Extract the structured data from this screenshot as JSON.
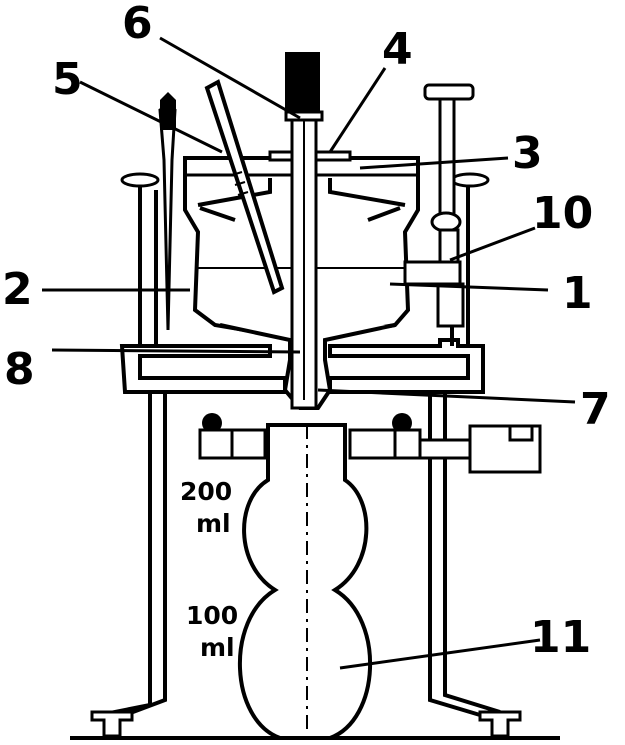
{
  "callouts": [
    {
      "id": "1",
      "text": "1"
    },
    {
      "id": "2",
      "text": "2"
    },
    {
      "id": "3",
      "text": "3"
    },
    {
      "id": "4",
      "text": "4"
    },
    {
      "id": "5",
      "text": "5"
    },
    {
      "id": "6",
      "text": "6"
    },
    {
      "id": "7",
      "text": "7"
    },
    {
      "id": "8",
      "text": "8"
    },
    {
      "id": "10",
      "text": "10"
    },
    {
      "id": "11",
      "text": "11"
    }
  ],
  "flask_marks": {
    "upper_volume": "200",
    "upper_unit": "ml",
    "lower_volume": "100",
    "lower_unit": "ml"
  },
  "colors": {
    "ink": "#000000",
    "paper": "#ffffff"
  }
}
